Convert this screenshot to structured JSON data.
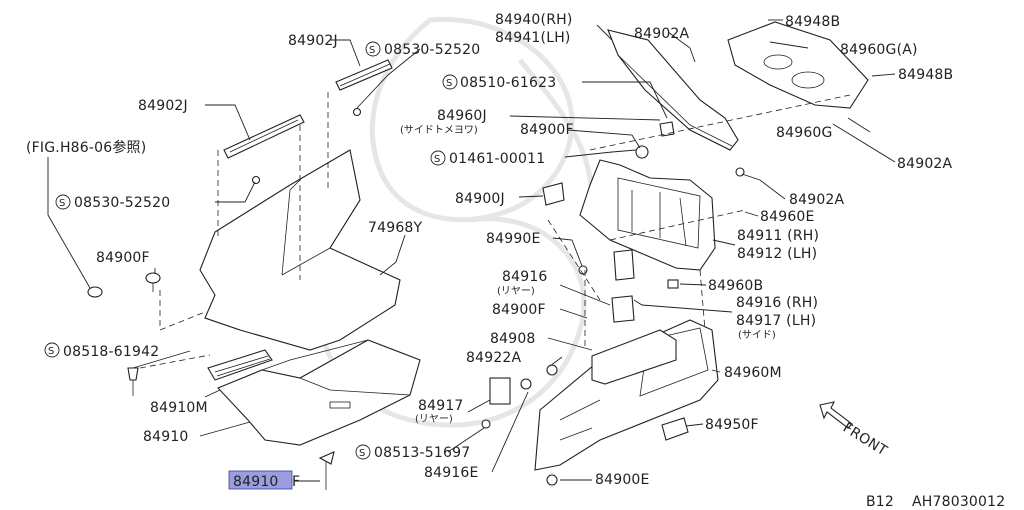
{
  "labels": {
    "p84902J_top": "84902J",
    "s08530_top": "08530-52520",
    "p84902J_left": "84902J",
    "fig_ref": "(FIG.H86-06参照)",
    "s08530_left": "08530-52520",
    "p84900F_left": "84900F",
    "s08518": "08518-61942",
    "p84910M": "84910M",
    "p84910": "84910",
    "p84910F_prefix": "84910",
    "p84910F_suffix": "F",
    "p74968Y": "74968Y",
    "p84940_rh": "84940(RH)",
    "p84941_lh": "84941(LH)",
    "p84902A_top": "84902A",
    "p84948B_top": "84948B",
    "p84960GA": "84960G(A)",
    "p84948B_right": "84948B",
    "s08510": "08510-61623",
    "p84960J": "84960J",
    "p84960J_note": "(サイドトメヨワ)",
    "p84900F_mid": "84900F",
    "p84960G": "84960G",
    "p84902A_right": "84902A",
    "s01461": "01461-00011",
    "p84900J": "84900J",
    "p84902A_mid": "84902A",
    "p84960E": "84960E",
    "p84990E": "84990E",
    "p84911_rh": "84911 (RH)",
    "p84912_lh": "84912 (LH)",
    "p84916_rear": "84916",
    "p84916_rear_note": "(リヤー)",
    "p84960B": "84960B",
    "p84900F_low": "84900F",
    "p84916_rh": "84916 (RH)",
    "p84917_lh": "84917 (LH)",
    "p84917_side_note": "(サイド)",
    "p84908": "84908",
    "p84922A": "84922A",
    "p84960M": "84960M",
    "p84917_rear": "84917",
    "p84917_rear_note": "(リヤー)",
    "p84950F": "84950F",
    "s08513": "08513-51697",
    "p84916E": "84916E",
    "p84900E": "84900E",
    "front": "FRONT",
    "code_left": "B12",
    "code_right": "AH78030012"
  },
  "symbols": {
    "standard_part": "S"
  },
  "icons": {
    "direction": "front-arrow-icon",
    "standard_part_marker": "circled-s-icon"
  },
  "colors": {
    "line": "#222222",
    "highlight_fill": "#9a9ee0",
    "highlight_border": "#3b3f99",
    "background": "#ffffff",
    "watermark": "#e6e6e6"
  }
}
